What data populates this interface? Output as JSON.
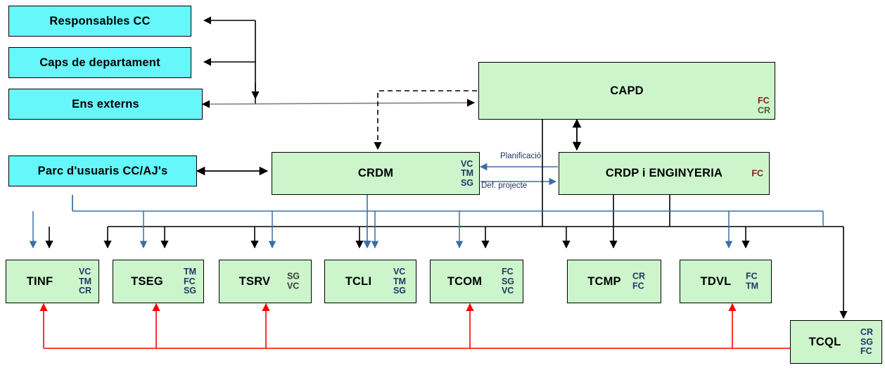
{
  "diagram": {
    "title_boxes": {
      "responsables": "Responsables CC",
      "caps": "Caps de departament",
      "ens": "Ens externs",
      "parc": "Parc d'usuaris CC/AJ's",
      "crdm": "CRDM",
      "capd": "CAPD",
      "crdp": "CRDP i ENGINYERIA",
      "tinf": "TINF",
      "tseg": "TSEG",
      "tsrv": "TSRV",
      "tcli": "TCLI",
      "tcom": "TCOM",
      "tcmp": "TCMP",
      "tdvl": "TDVL",
      "tcql": "TCQL"
    },
    "codes": {
      "capd": [
        "FC",
        "CR"
      ],
      "crdm": [
        "VC",
        "TM",
        "SG"
      ],
      "crdp": [
        "FC"
      ],
      "tinf": [
        "VC",
        "TM",
        "CR"
      ],
      "tseg": [
        "TM",
        "FC",
        "SG"
      ],
      "tsrv": [
        "SG",
        "VC"
      ],
      "tcli": [
        "VC",
        "TM",
        "SG"
      ],
      "tcom": [
        "FC",
        "SG",
        "VC"
      ],
      "tcmp": [
        "CR",
        "FC"
      ],
      "tdvl": [
        "FC",
        "TM"
      ],
      "tcql": [
        "CR",
        "SG",
        "FC"
      ]
    },
    "edge_labels": {
      "planificacio": "Planificació",
      "def_projecte": "Def. projecte"
    },
    "colors": {
      "cyan_fill": "#66f7fb",
      "green_fill": "#ccf5cc",
      "box_border": "#000000",
      "blue_connector": "#3b6ea5",
      "black_connector": "#000000",
      "red_connector": "#ff0000",
      "gray_connector": "#808080",
      "code_blue": "#1f3864",
      "code_red": "#8b1a1a",
      "label_blue": "#1f3864"
    }
  }
}
